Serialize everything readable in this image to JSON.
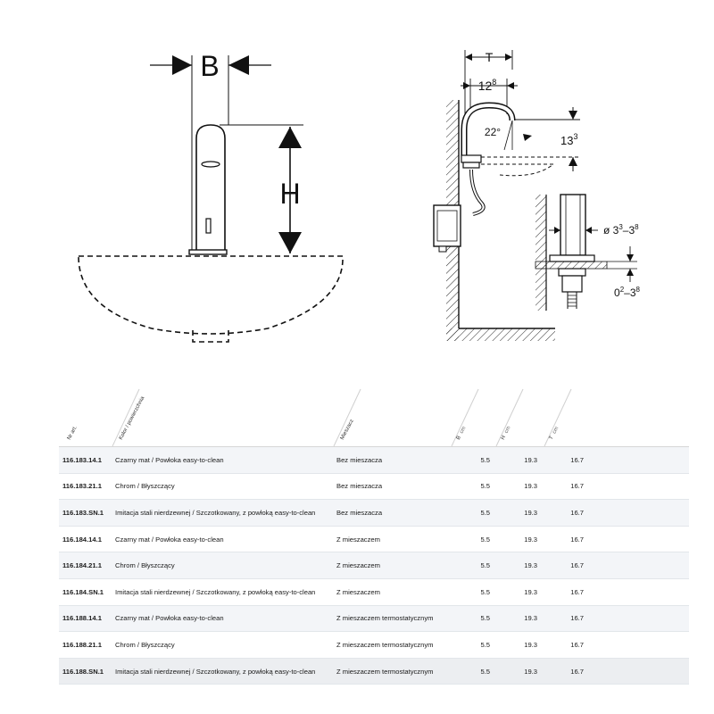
{
  "drawing": {
    "front_labels": {
      "b": "B",
      "h": "H"
    },
    "side_labels": {
      "t": "T",
      "spout_base": "12",
      "spout_sup": "8",
      "angle": "22°",
      "drop_base": "13",
      "drop_sup": "3",
      "hole_prefix": "ø 3",
      "hole_sup1": "3",
      "hole_mid": "–3",
      "hole_sup2": "8",
      "plate_base": "0",
      "plate_sup1": "2",
      "plate_mid": "–3",
      "plate_sup2": "8"
    }
  },
  "table": {
    "headers": {
      "art": "Nr art.",
      "color": "Kolor / powierzchnia",
      "mixer": "Mieszacz",
      "b": "B",
      "h": "H",
      "t": "T",
      "unit": "cm"
    },
    "rows": [
      {
        "art": "116.183.14.1",
        "color": "Czarny mat / Powłoka easy-to-clean",
        "mixer": "Bez mieszacza",
        "b": "5.5",
        "h": "19.3",
        "t": "16.7"
      },
      {
        "art": "116.183.21.1",
        "color": "Chrom / Błyszczący",
        "mixer": "Bez mieszacza",
        "b": "5.5",
        "h": "19.3",
        "t": "16.7"
      },
      {
        "art": "116.183.SN.1",
        "color": "Imitacja stali nierdzewnej / Szczotkowany, z powłoką easy-to-clean",
        "mixer": "Bez mieszacza",
        "b": "5.5",
        "h": "19.3",
        "t": "16.7"
      },
      {
        "art": "116.184.14.1",
        "color": "Czarny mat / Powłoka easy-to-clean",
        "mixer": "Z mieszaczem",
        "b": "5.5",
        "h": "19.3",
        "t": "16.7"
      },
      {
        "art": "116.184.21.1",
        "color": "Chrom / Błyszczący",
        "mixer": "Z mieszaczem",
        "b": "5.5",
        "h": "19.3",
        "t": "16.7"
      },
      {
        "art": "116.184.SN.1",
        "color": "Imitacja stali nierdzewnej / Szczotkowany, z powłoką easy-to-clean",
        "mixer": "Z mieszaczem",
        "b": "5.5",
        "h": "19.3",
        "t": "16.7"
      },
      {
        "art": "116.188.14.1",
        "color": "Czarny mat / Powłoka easy-to-clean",
        "mixer": "Z mieszaczem termostatycznym",
        "b": "5.5",
        "h": "19.3",
        "t": "16.7"
      },
      {
        "art": "116.188.21.1",
        "color": "Chrom / Błyszczący",
        "mixer": "Z mieszaczem termostatycznym",
        "b": "5.5",
        "h": "19.3",
        "t": "16.7"
      },
      {
        "art": "116.188.SN.1",
        "color": "Imitacja stali nierdzewnej / Szczotkowany, z powłoką easy-to-clean",
        "mixer": "Z mieszaczem termostatycznym",
        "b": "5.5",
        "h": "19.3",
        "t": "16.7"
      }
    ]
  }
}
